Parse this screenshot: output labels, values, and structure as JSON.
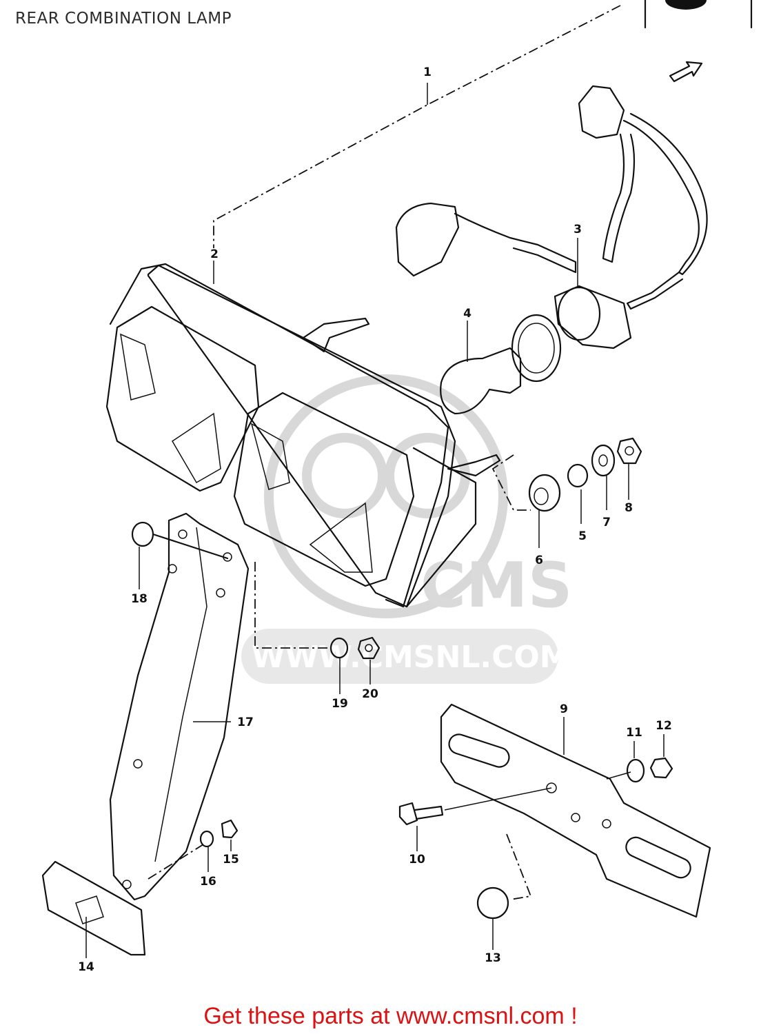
{
  "title": "REAR COMBINATION LAMP",
  "watermark": {
    "brand": "CMS",
    "url": "WWW.CMSNL.COM"
  },
  "footer": "Get these parts at www.cmsnl.com !",
  "colors": {
    "footer": "#dd1111",
    "line_art": "#111111",
    "watermark": "#d8d8d8"
  },
  "callouts": [
    {
      "id": "1",
      "label": "1"
    },
    {
      "id": "2",
      "label": "2"
    },
    {
      "id": "3",
      "label": "3"
    },
    {
      "id": "4",
      "label": "4"
    },
    {
      "id": "5",
      "label": "5"
    },
    {
      "id": "6",
      "label": "6"
    },
    {
      "id": "7",
      "label": "7"
    },
    {
      "id": "8",
      "label": "8"
    },
    {
      "id": "9",
      "label": "9"
    },
    {
      "id": "10",
      "label": "10"
    },
    {
      "id": "11",
      "label": "11"
    },
    {
      "id": "12",
      "label": "12"
    },
    {
      "id": "13",
      "label": "13"
    },
    {
      "id": "14",
      "label": "14"
    },
    {
      "id": "15",
      "label": "15"
    },
    {
      "id": "16",
      "label": "16"
    },
    {
      "id": "17",
      "label": "17"
    },
    {
      "id": "18",
      "label": "18"
    },
    {
      "id": "19",
      "label": "19"
    },
    {
      "id": "20",
      "label": "20"
    }
  ]
}
